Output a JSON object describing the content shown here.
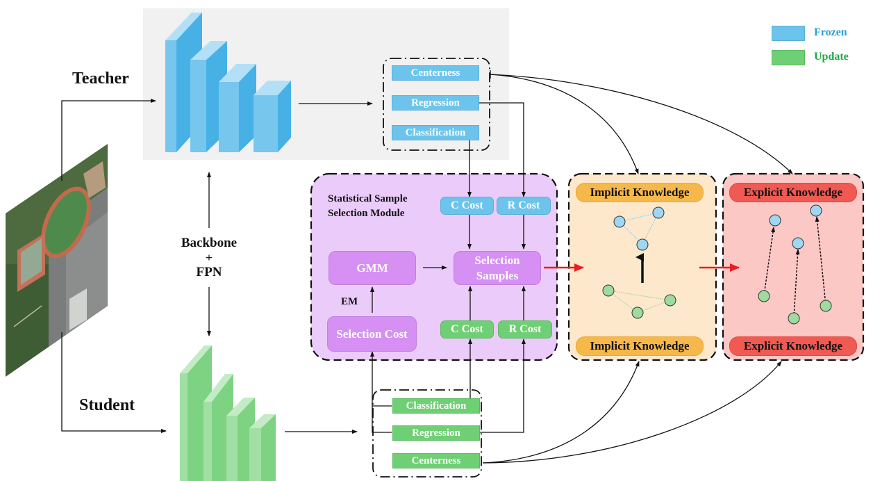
{
  "legend": {
    "items": [
      {
        "label": "Frozen",
        "color": "#6cc4ec",
        "text_color": "#2a9fd8"
      },
      {
        "label": "Update",
        "color": "#6fcf74",
        "text_color": "#1fa84a"
      }
    ]
  },
  "labels": {
    "teacher": "Teacher",
    "student": "Student",
    "backbone_line1": "Backbone",
    "backbone_line2": "+",
    "backbone_line3": "FPN",
    "em": "EM"
  },
  "teacher_heads": [
    "Centerness",
    "Regression",
    "Classification"
  ],
  "student_heads": [
    "Classification",
    "Regression",
    "Centerness"
  ],
  "selection_module": {
    "title_line1": "Statistical Sample",
    "title_line2": "Selection Module",
    "teacher_costs": [
      "C Cost",
      "R Cost"
    ],
    "student_costs": [
      "C Cost",
      "R Cost"
    ],
    "gmm": "GMM",
    "selection_cost": "Selection Cost",
    "selection_samples_line1": "Selection",
    "selection_samples_line2": "Samples"
  },
  "implicit_panel": {
    "top_label": "Implicit Knowledge",
    "bottom_label": "Implicit Knowledge"
  },
  "explicit_panel": {
    "top_label": "Explicit Knowledge",
    "bottom_label": "Explicit Knowledge"
  },
  "colors": {
    "frozen": "#6cc4ec",
    "update": "#6fcf74",
    "teacher_bg": "#f1f1f1",
    "module_bg": "#ebcbfa",
    "implicit_bg": "#fde8cc",
    "explicit_bg": "#fcc8c6",
    "red_arrow": "#ee1c1c"
  }
}
